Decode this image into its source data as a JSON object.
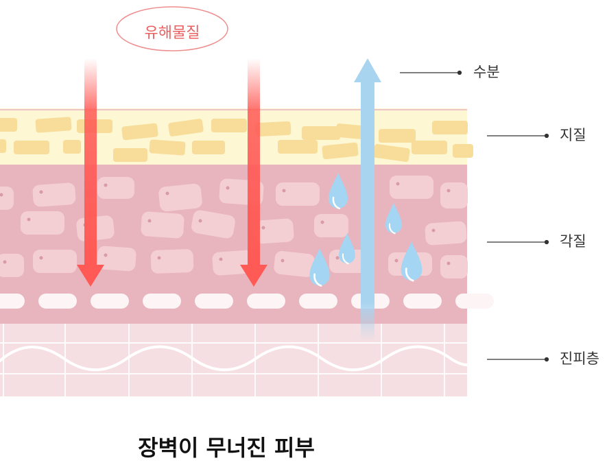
{
  "badge": {
    "text": "유해물질"
  },
  "labels": {
    "moisture": "수분",
    "lipid": "지질",
    "keratin": "각질",
    "dermis": "진피층"
  },
  "title": "장벽이 무너진 피부",
  "colors": {
    "harmful_arrow": "#ff5a55",
    "moisture_arrow": "#a8d4ef",
    "lipid_layer": "#fdf7d4",
    "lipid_brick": "#f8dd9a",
    "keratin_layer": "#e8b4bd",
    "keratin_cell": "#f3cfd4",
    "dermis_layer": "#f6dfe2",
    "water_drop": "#a4d5f2"
  }
}
